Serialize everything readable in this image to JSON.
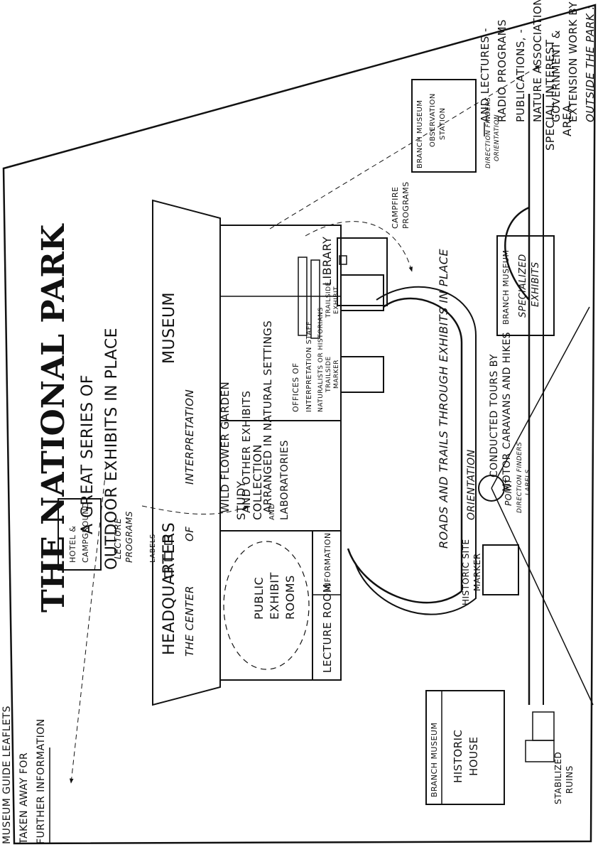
{
  "outside_note": {
    "heading": "OUTSIDE THE PARK :",
    "lines": [
      "EXTENSION WORK BY",
      "GOVERNMENT &",
      "NATURE ASSOCIATION",
      "PUBLICATIONS, -",
      "RADIO PROGRAMS",
      "AND LECTURES -"
    ]
  },
  "leaflet_note": {
    "lines": [
      "MUSEUM GUIDE LEAFLETS",
      "TAKEN AWAY FOR",
      "FURTHER INFORMATION"
    ]
  },
  "title": {
    "main": "THE NATIONAL PARK",
    "sub1": "A GREAT SERIES OF",
    "sub2": "OUTDOOR EXHIBITS IN PLACE"
  },
  "headquarters": {
    "label1": "HEADQUARTERS",
    "label2": "MUSEUM",
    "sub_a": "THE CENTER",
    "sub_b": "OF",
    "sub_c": "INTERPRETATION",
    "rooms": {
      "public": [
        "PUBLIC",
        "EXHIBIT",
        "ROOMS"
      ],
      "lecture": "LECTURE ROOM",
      "information": "INFORMATION",
      "study": [
        "STUDY",
        "COLLECTION",
        "AND",
        "LABORATORIES"
      ],
      "offices": [
        "OFFICES OF",
        "INTERPRETATION STAFF",
        "NATURALISTS OR HISTORIANS"
      ],
      "library": "LIBRARY"
    }
  },
  "campfire": [
    "CAMPFIRE",
    "PROGRAMS"
  ],
  "hotel": [
    "HOTEL &",
    "CAMPGROUND"
  ],
  "lecture_programs": [
    "LECTURE",
    "PROGRAMS"
  ],
  "labels_text": "LABELS",
  "wildflower": [
    "WILD FLOWER GARDEN",
    "AND OTHER EXHIBITS",
    "ARRANGED IN NATURAL SETTINGS"
  ],
  "roads": "ROADS AND TRAILS THROUGH EXHIBITS IN PLACE",
  "tours": [
    "CONDUCTED TOURS BY",
    "MOTOR CARAVANS AND HIKES"
  ],
  "trailside_marker": [
    "TRAILSIDE",
    "MARKER"
  ],
  "trailside_exhibit": [
    "TRAILSIDE",
    "EXHIBIT"
  ],
  "historic_marker": [
    "HISTORIC SITE",
    "MARKER"
  ],
  "orientation": "ORIENTATION",
  "point": "POINT",
  "point_sub": [
    "DIRECTION FINDERS",
    "LABELS"
  ],
  "branch_historic": {
    "tag": "BRANCH MUSEUM",
    "body": [
      "HISTORIC",
      "HOUSE"
    ]
  },
  "branch_specialized": {
    "tag": "BRANCH MUSEUM",
    "body": [
      "SPECIALIZED",
      "EXHIBITS"
    ]
  },
  "branch_observation": {
    "tag": "BRANCH MUSEUM",
    "body": [
      "OBSERVATION",
      "STATION"
    ]
  },
  "obs_sub": [
    "DIRECTION FINDERS",
    "ORIENTATION"
  ],
  "special_interest": [
    "SPECIAL INTEREST",
    "AREA"
  ],
  "ruins": [
    "STABILIZED",
    "RUINS"
  ]
}
